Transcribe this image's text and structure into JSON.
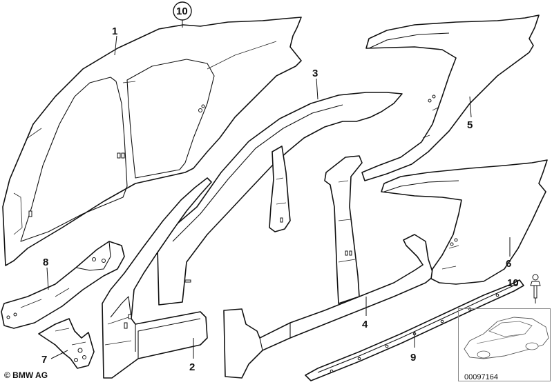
{
  "callouts": {
    "c1": "1",
    "c2": "2",
    "c3": "3",
    "c4": "4",
    "c5": "5",
    "c6": "6",
    "c7": "7",
    "c8": "8",
    "c9": "9",
    "c10_top": "10",
    "c10_box": "10"
  },
  "footer": {
    "copyright": "© BMW AG",
    "doc_number": "00097164"
  },
  "colors": {
    "line": "#111111",
    "background": "#ffffff",
    "frame": "#888888"
  }
}
